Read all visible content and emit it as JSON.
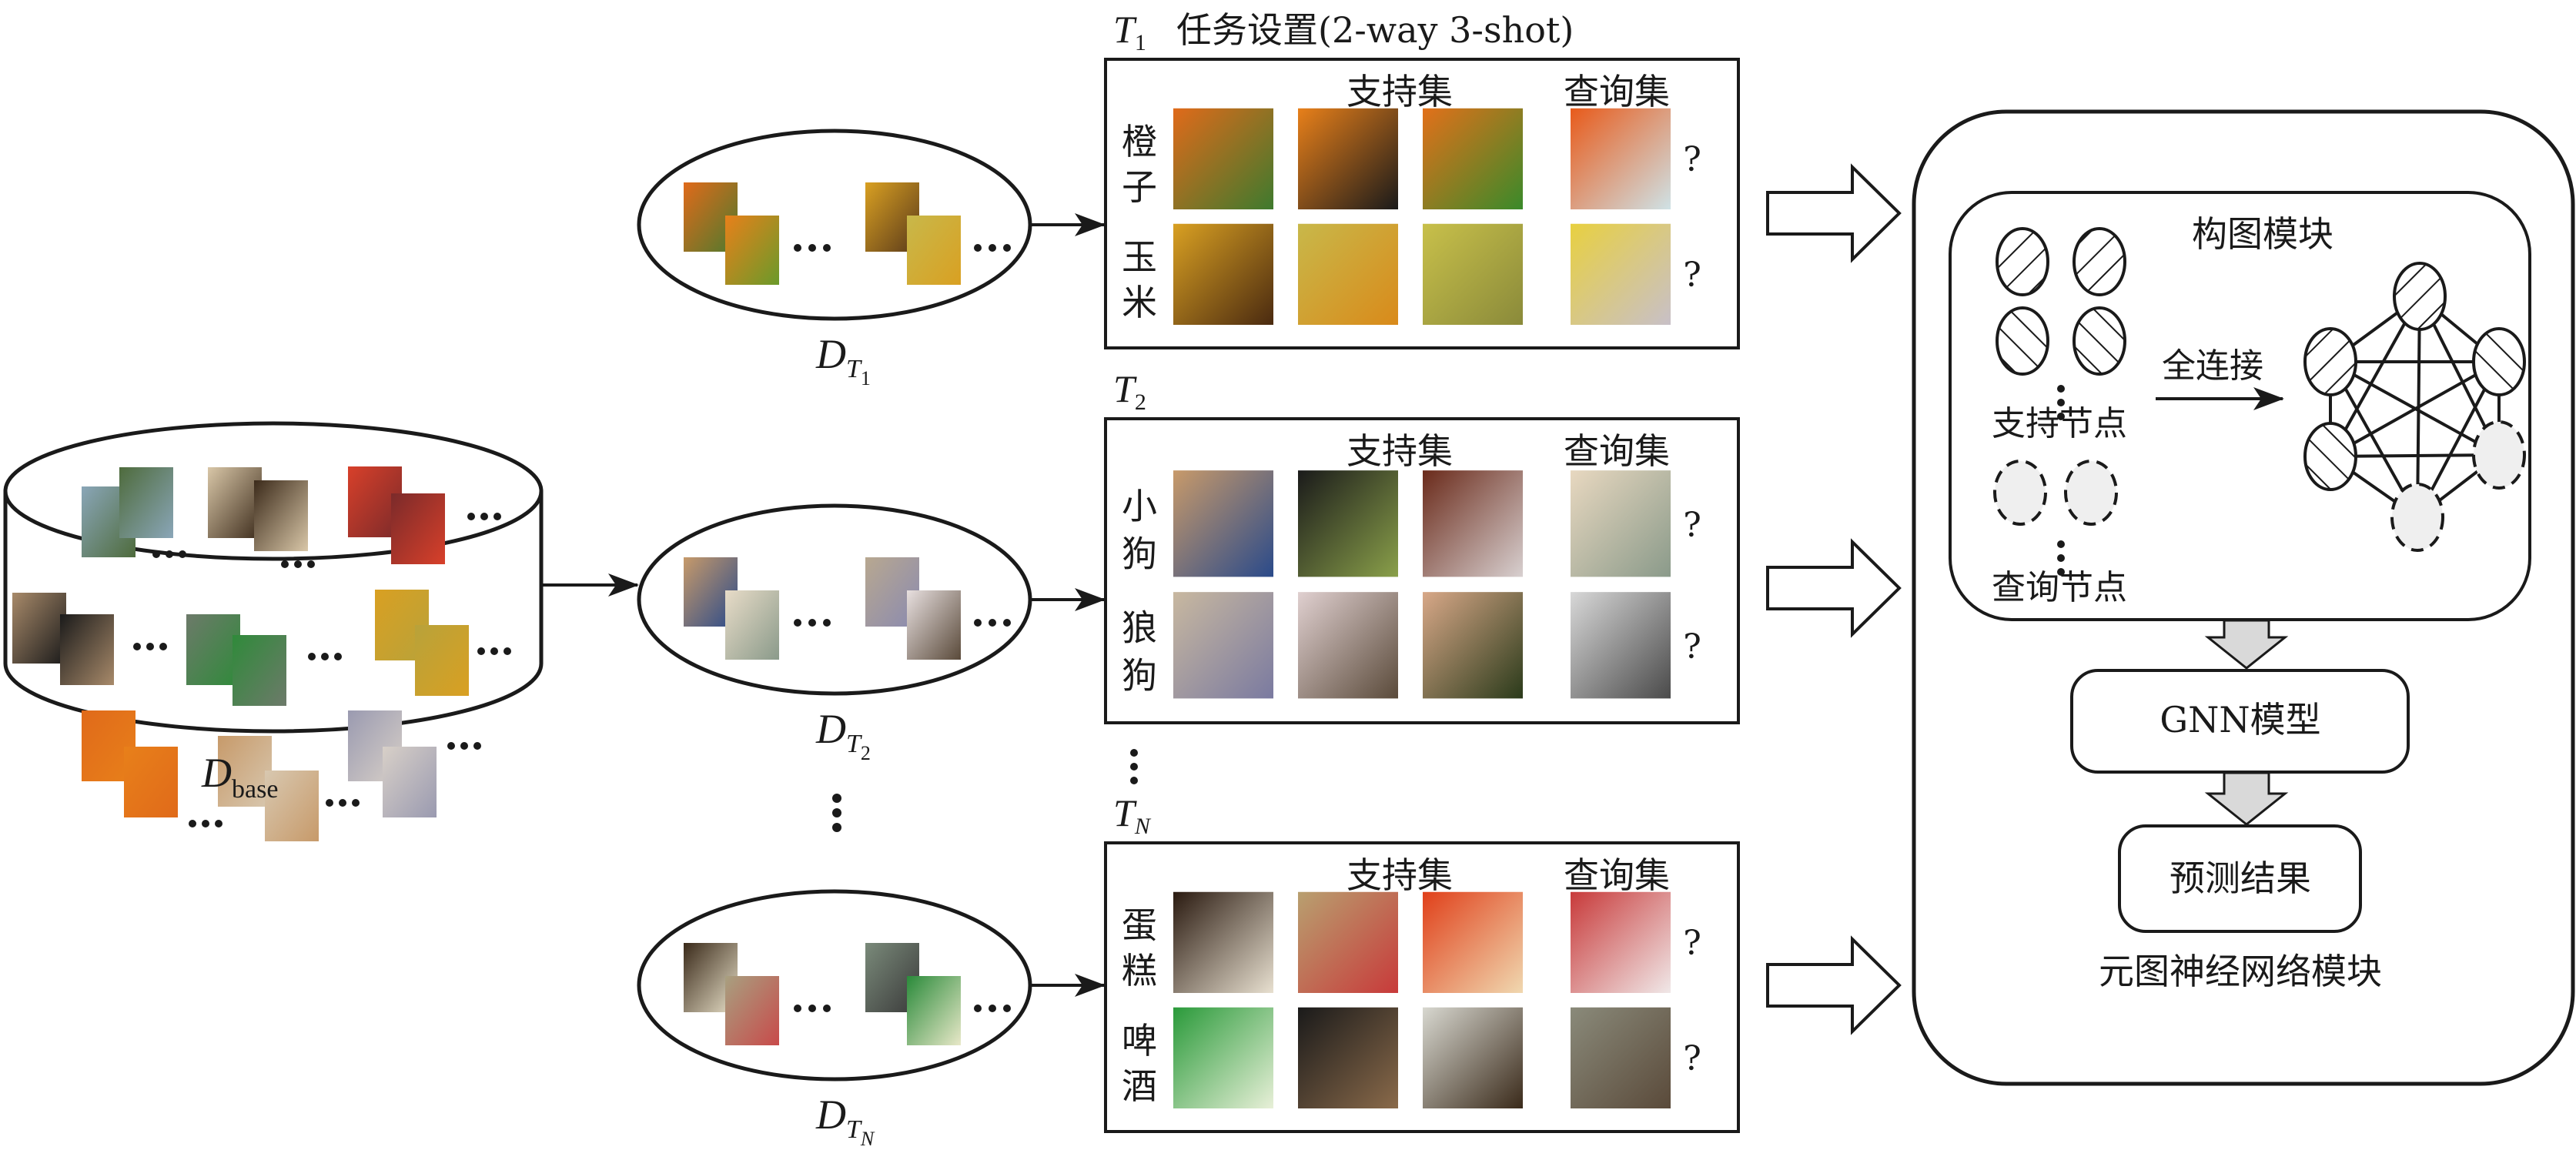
{
  "base_dataset": {
    "label_main": "D",
    "label_sub": "base",
    "ellipsis": "• • •",
    "thumbnails": [
      {
        "name": "coast",
        "colors": [
          "#8aa6b8",
          "#4e6b3c"
        ]
      },
      {
        "name": "food-plate",
        "colors": [
          "#d9c7a8",
          "#3b2a1a"
        ]
      },
      {
        "name": "strawberry-dessert",
        "colors": [
          "#d8402a",
          "#7a2a2a"
        ]
      },
      {
        "name": "vase",
        "colors": [
          "#a88a6a",
          "#1a1a1a"
        ]
      },
      {
        "name": "beer-shelf",
        "colors": [
          "#6d7a6a",
          "#2f8a3a"
        ]
      },
      {
        "name": "corn",
        "colors": [
          "#d9a022",
          "#b8a23a"
        ]
      },
      {
        "name": "orange",
        "colors": [
          "#e06a1a",
          "#e8801a"
        ]
      },
      {
        "name": "dog",
        "colors": [
          "#c79a6a",
          "#d8c8b0"
        ]
      },
      {
        "name": "wolf",
        "colors": [
          "#9a9ab0",
          "#d8d0c8"
        ]
      }
    ]
  },
  "episodes": [
    {
      "dataset_label_main": "D",
      "dataset_label_sub": "T",
      "dataset_label_subsub": "1",
      "ellipsis": "• • •",
      "thumb_colors": [
        [
          "#e06a1a",
          "#4e7a2e"
        ],
        [
          "#e8801a",
          "#6a9a2a"
        ],
        [
          "#d9a022",
          "#5a3a1a"
        ],
        [
          "#c8b84a",
          "#d9a022"
        ]
      ],
      "task_label": "T",
      "task_sub": "1",
      "task_title": "任务设置(2-way 3-shot)",
      "support_header": "支持集",
      "query_header": "查询集",
      "classes": [
        {
          "name_line1": "橙",
          "name_line2": "子",
          "query_mark": "?",
          "support_colors": [
            [
              "#e06a1a",
              "#3e7a2e"
            ],
            [
              "#e8801a",
              "#1a1a1a"
            ],
            [
              "#e2701a",
              "#3a8a2a"
            ]
          ],
          "query_colors": [
            "#e85a1a",
            "#cfe2e6"
          ]
        },
        {
          "name_line1": "玉",
          "name_line2": "米",
          "query_mark": "?",
          "support_colors": [
            [
              "#d9a022",
              "#4a2a10"
            ],
            [
              "#c8b84a",
              "#d98a1a"
            ],
            [
              "#c8c04a",
              "#8a8a3a"
            ]
          ],
          "query_colors": [
            "#e8d040",
            "#c8c0c8"
          ]
        }
      ]
    },
    {
      "dataset_label_main": "D",
      "dataset_label_sub": "T",
      "dataset_label_subsub": "2",
      "ellipsis": "• • •",
      "thumb_colors": [
        [
          "#c79a6a",
          "#2a4a8a"
        ],
        [
          "#e8dcc8",
          "#8a9a8a"
        ],
        [
          "#b8a890",
          "#8a8ab0"
        ],
        [
          "#e8e0e0",
          "#5a4a3a"
        ]
      ],
      "task_label": "T",
      "task_sub": "2",
      "task_title": "",
      "support_header": "支持集",
      "query_header": "查询集",
      "classes": [
        {
          "name_line1": "小",
          "name_line2": "狗",
          "query_mark": "?",
          "support_colors": [
            [
              "#c89a6a",
              "#2a4a8a"
            ],
            [
              "#1a1a1a",
              "#8aa04a"
            ],
            [
              "#6a2a1a",
              "#d8d0d0"
            ]
          ],
          "query_colors": [
            "#e8d8c0",
            "#8a9a8a"
          ]
        },
        {
          "name_line1": "狼",
          "name_line2": "狗",
          "query_mark": "?",
          "support_colors": [
            [
              "#c8b8a0",
              "#7a7aa0"
            ],
            [
              "#e0d0d0",
              "#5a4a3a"
            ],
            [
              "#d8a888",
              "#2a3a1a"
            ]
          ],
          "query_colors": [
            "#d8d8d8",
            "#4a4a4a"
          ]
        }
      ]
    },
    {
      "dataset_label_main": "D",
      "dataset_label_sub": "T",
      "dataset_label_subsub": "N",
      "ellipsis": "• • •",
      "thumb_colors": [
        [
          "#3a2a1a",
          "#e8e0c8"
        ],
        [
          "#a8a080",
          "#c84a4a"
        ],
        [
          "#7a8a7a",
          "#3a3a3a"
        ],
        [
          "#2a8a3a",
          "#e8e8c8"
        ]
      ],
      "task_label": "T",
      "task_sub": "N",
      "task_title": "",
      "support_header": "支持集",
      "query_header": "查询集",
      "classes": [
        {
          "name_line1": "蛋",
          "name_line2": "糕",
          "query_mark": "?",
          "support_colors": [
            [
              "#2a1a10",
              "#e8e0d0"
            ],
            [
              "#b8a070",
              "#c83a3a"
            ],
            [
              "#e0401a",
              "#f0d8b0"
            ]
          ],
          "query_colors": [
            "#c83a3a",
            "#f0e8e8"
          ]
        },
        {
          "name_line1": "啤",
          "name_line2": "酒",
          "query_mark": "?",
          "support_colors": [
            [
              "#2a9a3a",
              "#e8f0d8"
            ],
            [
              "#1a1a1a",
              "#8a6a4a"
            ],
            [
              "#d8d8d0",
              "#3a2a1a"
            ]
          ],
          "query_colors": [
            "#8a8a7a",
            "#5a4a3a"
          ]
        }
      ]
    }
  ],
  "vertical_ellipsis": "⋮",
  "meta_gnn_module": {
    "title": "元图神经网络模块",
    "graph_module": {
      "title": "构图模块",
      "support_nodes_label": "支持节点",
      "query_nodes_label": "查询节点",
      "full_connection_label": "全连接"
    },
    "gnn_model_label": "GNN模型",
    "prediction_label": "预测结果"
  },
  "colors": {
    "stroke": "#1a1a1a",
    "query_node_fill": "#efefef",
    "block_arrow_fill": "#d9d9d9"
  }
}
